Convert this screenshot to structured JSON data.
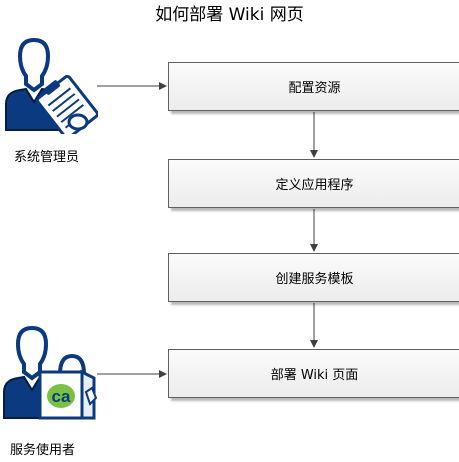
{
  "title": "如何部署 Wiki 网页",
  "actors": {
    "admin": {
      "label": "系统管理员",
      "icon": "administrator-clipboard-icon"
    },
    "user": {
      "label": "服务使用者",
      "icon": "user-ca-shopping-bag-icon",
      "logo_text": "ca"
    }
  },
  "steps": [
    {
      "label": "配置资源"
    },
    {
      "label": "定义应用程序"
    },
    {
      "label": "创建服务模板"
    },
    {
      "label": "部署 Wiki 页面"
    }
  ],
  "colors": {
    "actor_blue": "#0c3a80",
    "actor_light": "#ffffff",
    "box_border": "#606060",
    "arrow": "#404040"
  }
}
